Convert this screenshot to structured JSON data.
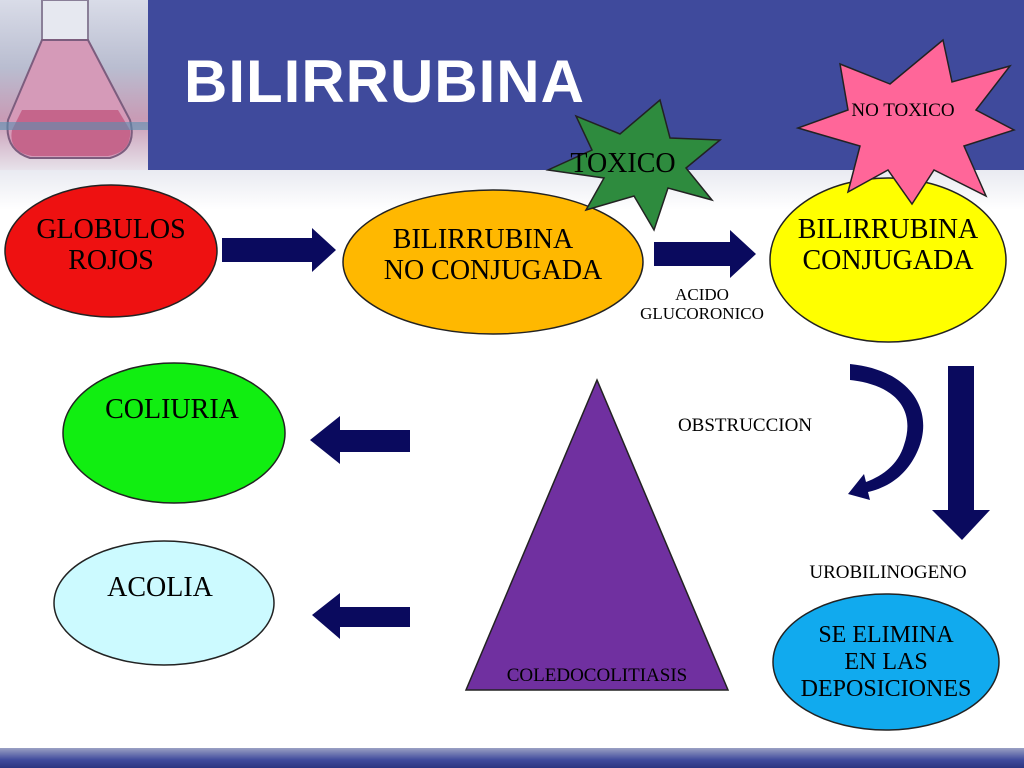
{
  "title": "BILIRRUBINA",
  "nodes": {
    "globulos_rojos": {
      "line1": "GLOBULOS",
      "line2": "ROJOS",
      "color": "#ee1111"
    },
    "bilirrubina_no_conjugada": {
      "line1": "BILIRRUBINA",
      "line2": "NO CONJUGADA",
      "color": "#ffb800"
    },
    "bilirrubina_conjugada": {
      "line1": "BILIRRUBINA",
      "line2": "CONJUGADA",
      "color": "#ffff00"
    },
    "coliuria": {
      "label": "COLIURIA",
      "color": "#11ee11"
    },
    "acolia": {
      "label": "ACOLIA",
      "color": "#ccfaff"
    },
    "se_elimina": {
      "line1": "SE ELIMINA",
      "line2": "EN LAS",
      "line3": "DEPOSICIONES",
      "color": "#11aaee"
    },
    "coledocolitiasis": {
      "label": "COLEDOCOLITIASIS",
      "color": "#7030a0"
    }
  },
  "badges": {
    "toxico": {
      "label": "TOXICO",
      "color": "#2e8b3e"
    },
    "no_toxico": {
      "label": "NO TOXICO",
      "color": "#ff6699"
    }
  },
  "labels": {
    "acido_line1": "ACIDO",
    "acido_line2": "GLUCORONICO",
    "obstruccion": "OBSTRUCCION",
    "urobilinogeno": "UROBILINOGENO"
  },
  "colors": {
    "header": "#3f4a9c",
    "arrow": "#0a0a5e"
  }
}
